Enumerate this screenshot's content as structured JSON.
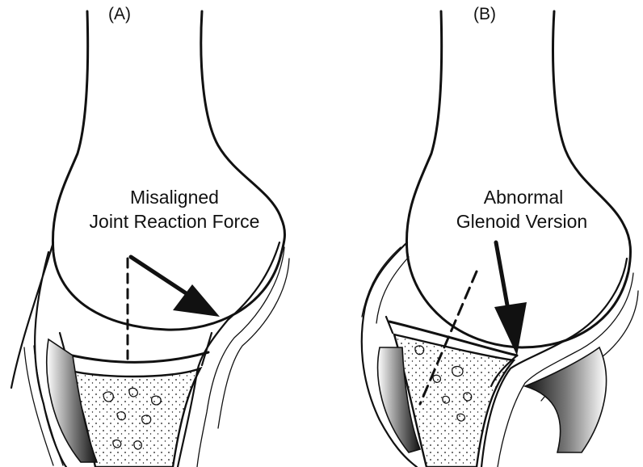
{
  "panels": [
    {
      "id": "A",
      "label": "(A)",
      "caption_lines": [
        "Misaligned",
        "Joint Reaction Force"
      ]
    },
    {
      "id": "B",
      "label": "(B)",
      "caption_lines": [
        "Abnormal",
        "Glenoid Version"
      ]
    }
  ],
  "colors": {
    "ink": "#111111",
    "background": "#ffffff",
    "shade": "#333333"
  }
}
